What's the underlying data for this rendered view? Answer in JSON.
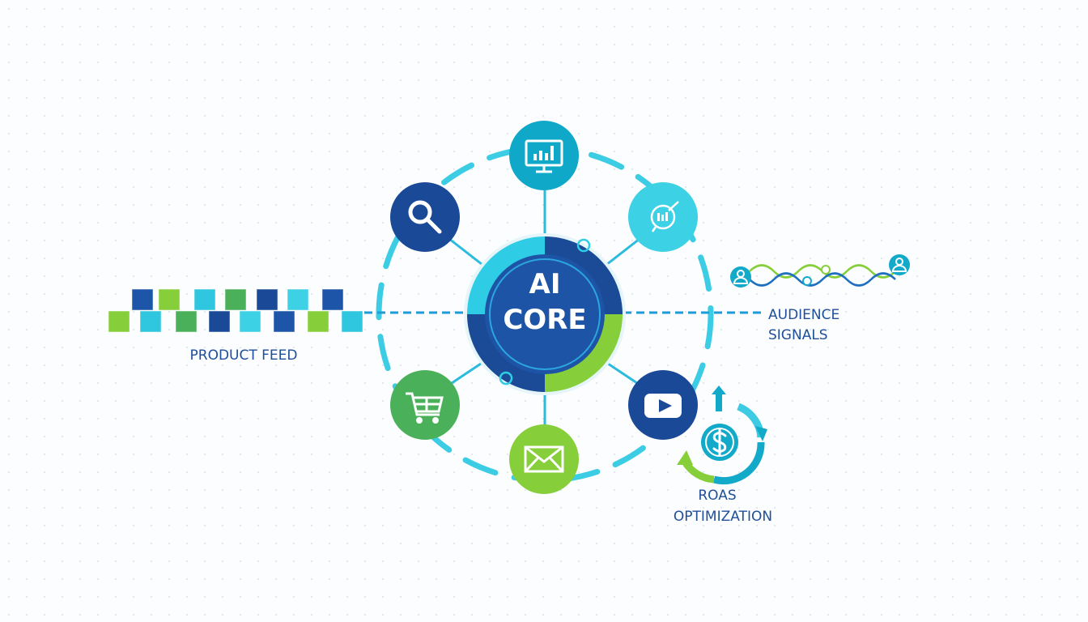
{
  "core": {
    "line1": "AI",
    "line2": "CORE"
  },
  "labels": {
    "product_feed": "PRODUCT FEED",
    "audience_1": "AUDIENCE",
    "audience_2": "SIGNALS",
    "roas_1": "ROAS",
    "roas_2": "OPTIMIZATION"
  },
  "satellites": [
    "analytics-monitor-icon",
    "search-icon",
    "chat-analytics-icon",
    "shopping-cart-icon",
    "email-icon",
    "video-play-icon"
  ],
  "colors": {
    "navy": "#1a4a97",
    "cyan": "#29c6e0",
    "teal": "#0fa3c6",
    "green": "#86cf3a",
    "green_dark": "#4bb05a"
  }
}
